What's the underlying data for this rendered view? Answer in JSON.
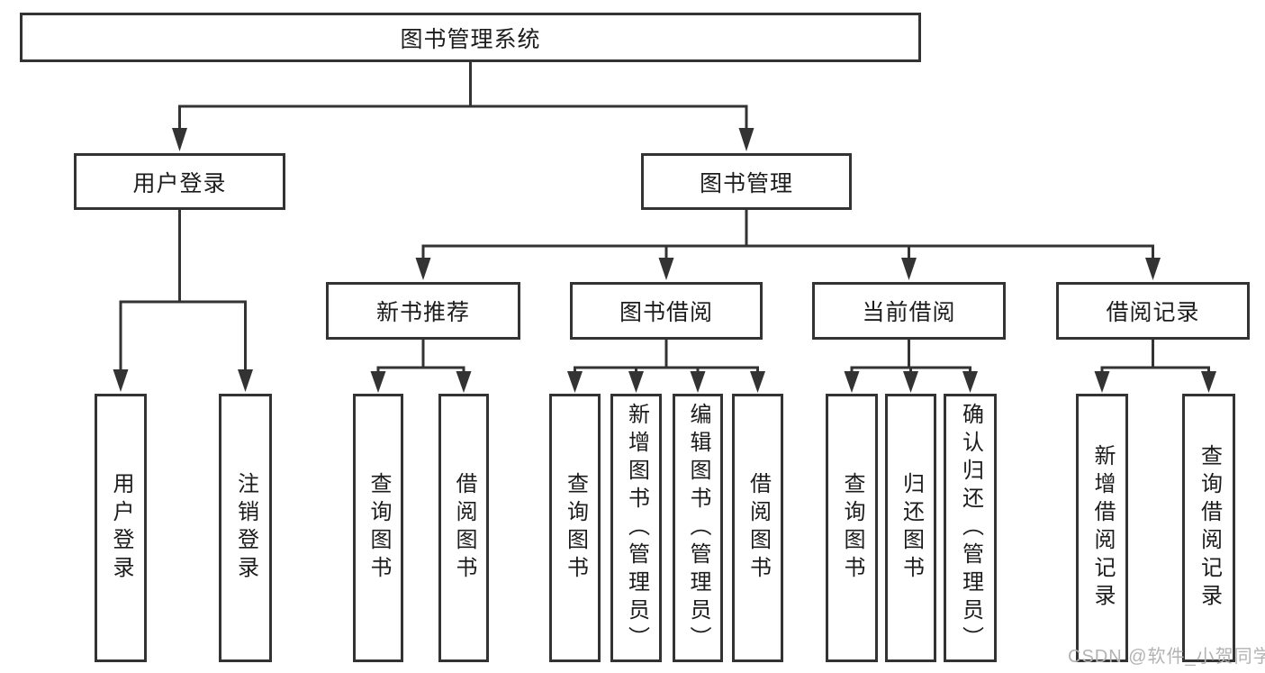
{
  "diagram": {
    "type": "hierarchy-tree",
    "colors": {
      "background": "#ffffff",
      "line": "#333333",
      "box_border": "#333333",
      "text": "#1c1c1c",
      "watermark": "#b3b3b3"
    },
    "nodes": {
      "root": {
        "label": "图书管理系统"
      },
      "user_login": {
        "label": "用户登录"
      },
      "book_management": {
        "label": "图书管理"
      },
      "new_book_recommend": {
        "label": "新书推荐"
      },
      "book_borrow": {
        "label": "图书借阅"
      },
      "current_borrow": {
        "label": "当前借阅"
      },
      "borrow_record": {
        "label": "借阅记录"
      },
      "leaf_login": {
        "label": "用户登录"
      },
      "leaf_logout": {
        "label": "注销登录"
      },
      "leaf_rec_query": {
        "label": "查询图书"
      },
      "leaf_rec_borrow": {
        "label": "借阅图书"
      },
      "leaf_bb_query": {
        "label": "查询图书"
      },
      "leaf_bb_add": {
        "label": "新增图书（管理员）"
      },
      "leaf_bb_edit": {
        "label": "编辑图书（管理员）"
      },
      "leaf_bb_borrow": {
        "label": "借阅图书"
      },
      "leaf_cb_query": {
        "label": "查询图书"
      },
      "leaf_cb_return": {
        "label": "归还图书"
      },
      "leaf_cb_confirm": {
        "label": "确认归还（管理员）"
      },
      "leaf_br_add": {
        "label": "新增借阅记录"
      },
      "leaf_br_query": {
        "label": "查询借阅记录"
      }
    },
    "edges": [
      [
        "图书管理系统",
        "用户登录"
      ],
      [
        "图书管理系统",
        "图书管理"
      ],
      [
        "用户登录",
        "用户登录"
      ],
      [
        "用户登录",
        "注销登录"
      ],
      [
        "图书管理",
        "新书推荐"
      ],
      [
        "图书管理",
        "图书借阅"
      ],
      [
        "图书管理",
        "当前借阅"
      ],
      [
        "图书管理",
        "借阅记录"
      ],
      [
        "新书推荐",
        "查询图书"
      ],
      [
        "新书推荐",
        "借阅图书"
      ],
      [
        "图书借阅",
        "查询图书"
      ],
      [
        "图书借阅",
        "新增图书（管理员）"
      ],
      [
        "图书借阅",
        "编辑图书（管理员）"
      ],
      [
        "图书借阅",
        "借阅图书"
      ],
      [
        "当前借阅",
        "查询图书"
      ],
      [
        "当前借阅",
        "归还图书"
      ],
      [
        "当前借阅",
        "确认归还（管理员）"
      ],
      [
        "借阅记录",
        "新增借阅记录"
      ],
      [
        "借阅记录",
        "查询借阅记录"
      ]
    ],
    "watermark": {
      "text": "CSDN @软件_小贺同学"
    }
  }
}
